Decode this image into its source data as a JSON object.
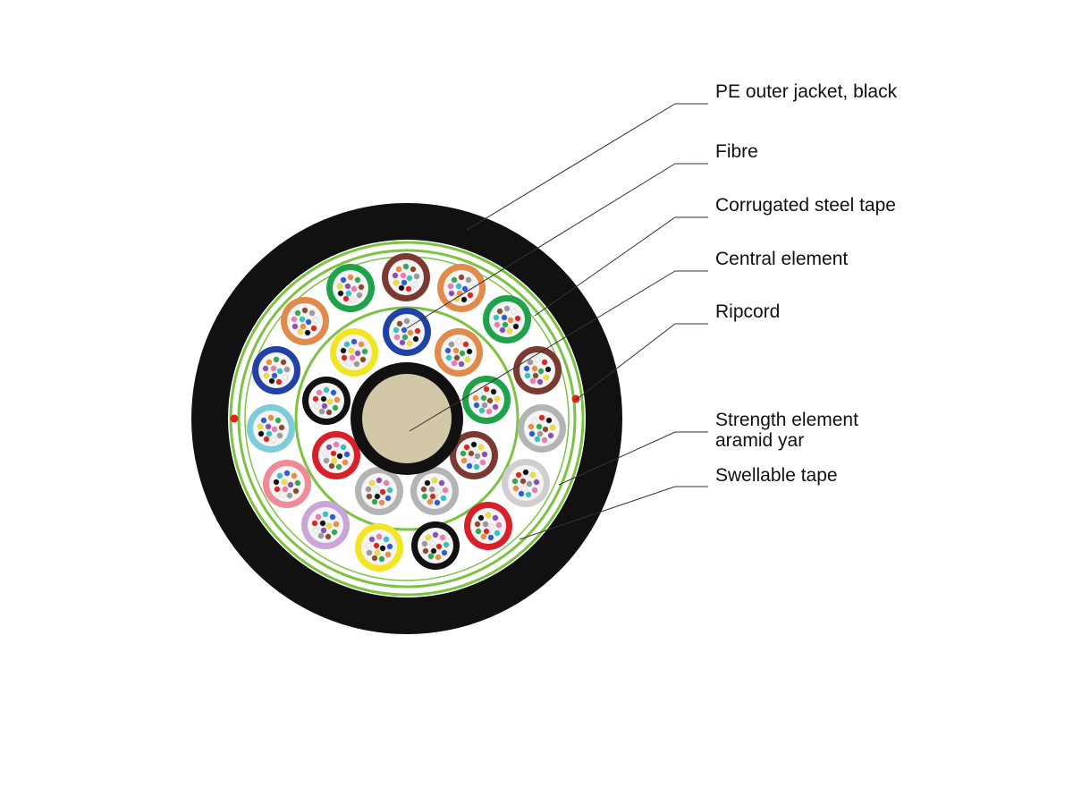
{
  "diagram": {
    "callouts": [
      {
        "id": "jacket",
        "lines": [
          "PE outer jacket, black"
        ]
      },
      {
        "id": "fibre",
        "lines": [
          "Fibre"
        ]
      },
      {
        "id": "steel",
        "lines": [
          "Corrugated steel tape"
        ]
      },
      {
        "id": "central",
        "lines": [
          "Central element"
        ]
      },
      {
        "id": "ripcord",
        "lines": [
          "Ripcord"
        ]
      },
      {
        "id": "strength",
        "lines": [
          "Strength element",
          "aramid yar"
        ]
      },
      {
        "id": "swell",
        "lines": [
          "Swellable tape"
        ]
      }
    ]
  },
  "colors": {
    "jacket": "#111111",
    "steel_tape": "#7dc242",
    "central_element": "#d2c7a6",
    "ripcord": "#e2231a",
    "leader_line": "#333333",
    "tube_palette": {
      "green": "#1fa24a",
      "brown": "#7a3a32",
      "orange": "#e08a4b",
      "blue": "#2241a6",
      "yellow": "#f2e524",
      "cyan": "#7fcbdc",
      "pink": "#f08a99",
      "lilac": "#c9a6d6",
      "black": "#111111",
      "red": "#d9202a",
      "grey": "#b4b4b4",
      "lightgrey": "#cfcfcf"
    },
    "fibre_colors": [
      "#2b5bd6",
      "#f08a3c",
      "#2fa84f",
      "#8b4a2c",
      "#9a9a9a",
      "#f2f2f2",
      "#e2231a",
      "#111111",
      "#f0e030",
      "#8a4fb2",
      "#f07ab0",
      "#2cc4c4"
    ]
  }
}
